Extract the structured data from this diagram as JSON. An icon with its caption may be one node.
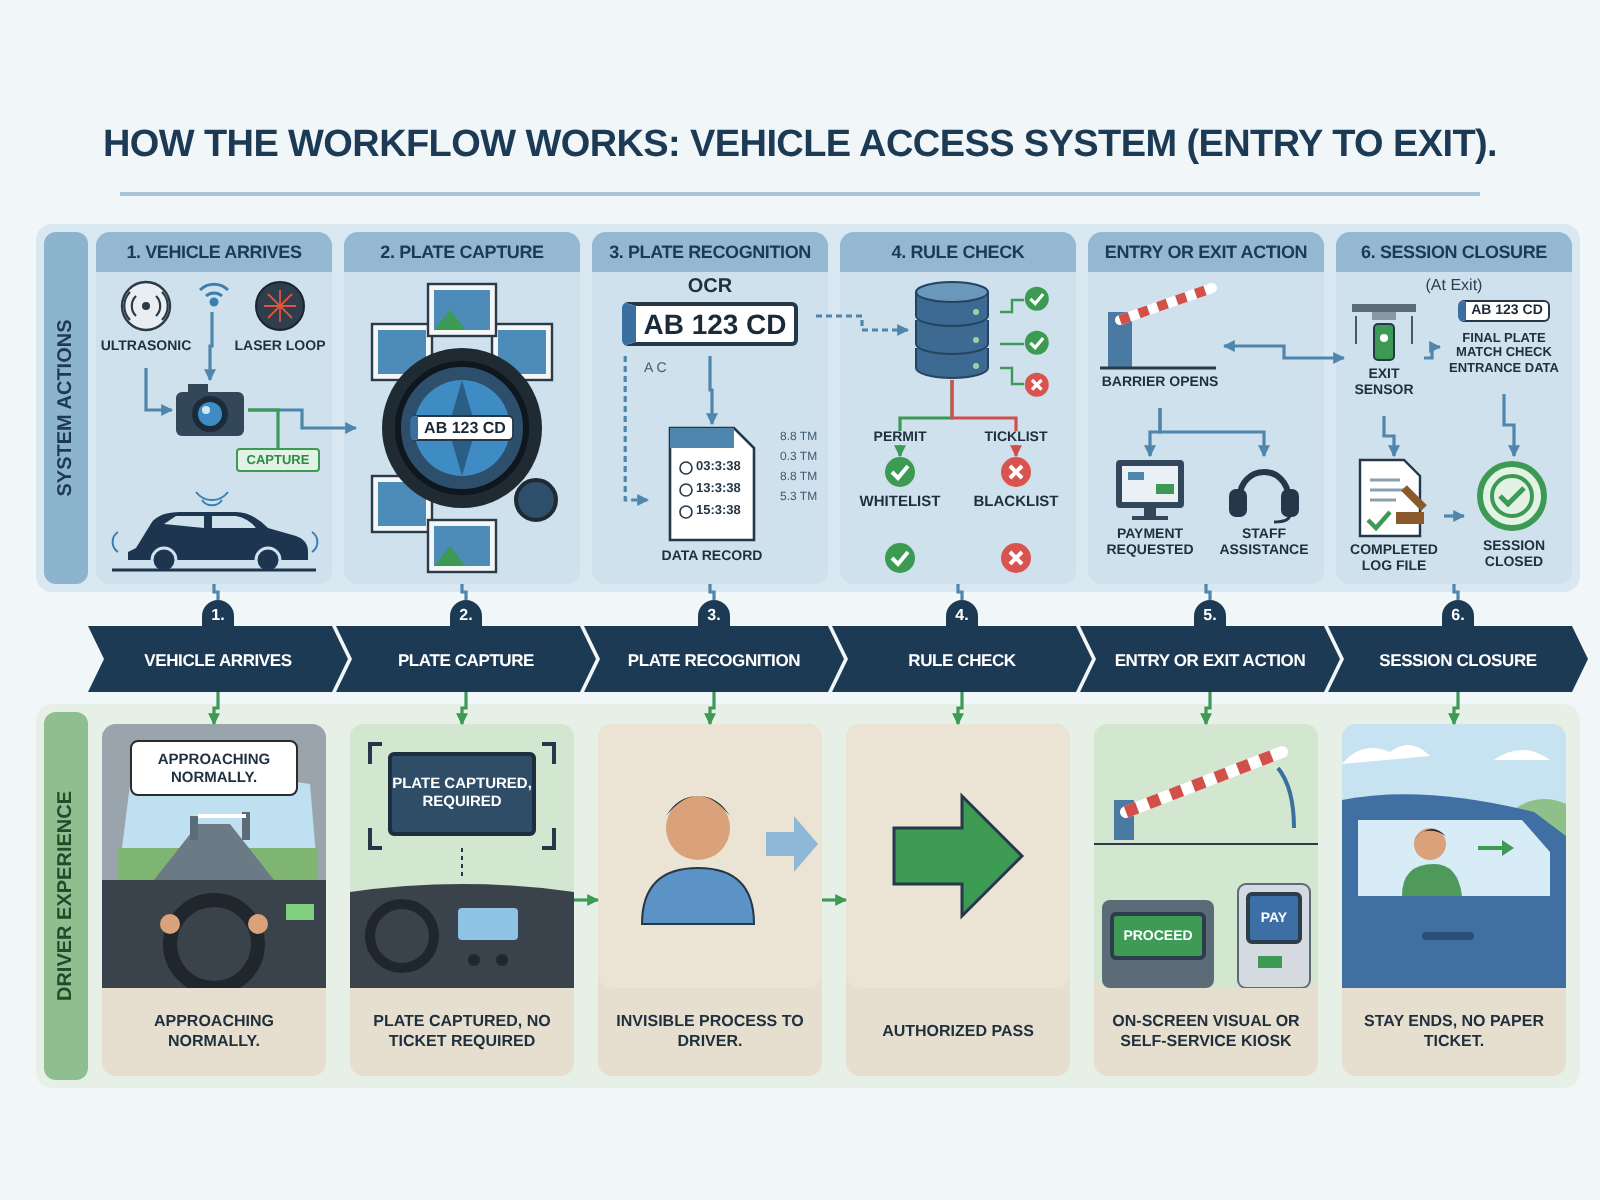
{
  "diagram": {
    "title": "HOW THE WORKFLOW WORKS: VEHICLE ACCESS SYSTEM (ENTRY TO EXIT).",
    "nodes": [
      {
        "text": [
          "SYSTEM ACTIONS"
        ]
      },
      {
        "text": [
          "1. VEHICLE ARRIVES"
        ],
        "in": 0
      },
      {
        "text": [
          "ULTRASONIC"
        ],
        "in": 1
      },
      {
        "text": [],
        "shape": "picture",
        "in": 1
      },
      {
        "text": [
          "LASER LOOP"
        ],
        "in": 1
      },
      {
        "text": [],
        "shape": "picture",
        "in": 1
      },
      {
        "text": [
          "CAPTURE"
        ],
        "in": 1
      },
      {
        "text": [],
        "shape": "picture",
        "in": 1
      },
      {
        "text": [
          "2. PLATE CAPTURE"
        ],
        "in": 0
      },
      {
        "text": [
          "AB 123 CD"
        ],
        "in": 8
      },
      {
        "text": [
          "3. PLATE RECOGNITION"
        ],
        "in": 0
      },
      {
        "text": [
          "OCR",
          "AB 123 CD"
        ],
        "in": 10,
        "beside": [
          "A C"
        ]
      },
      {
        "text": [
          "03:3:38",
          "13:3:38",
          "15:3:38",
          "DATA RECORD"
        ],
        "in": 10,
        "beside": [
          "8.8 TM",
          "0.3 TM",
          "8.8 TM",
          "5.3 TM"
        ]
      },
      {
        "text": [
          "4. RULE CHECK"
        ],
        "in": 0
      },
      {
        "text": [],
        "shape": "cylinder",
        "in": 13
      },
      {
        "text": [
          "WHITELIST"
        ],
        "in": 13
      },
      {
        "text": [
          "BLACKLIST"
        ],
        "in": 13
      },
      {
        "text": [
          "ENTRY OR EXIT ACTION"
        ],
        "in": 0
      },
      {
        "text": [
          "BARRIER OPENS"
        ],
        "in": 17
      },
      {
        "text": [
          "PAYMENT REQUESTED"
        ],
        "in": 17
      },
      {
        "text": [
          "STAFF ASSISTANCE"
        ],
        "in": 17
      },
      {
        "text": [
          "6. SESSION CLOSURE",
          "(At Exit)"
        ],
        "in": 0
      },
      {
        "text": [
          "EXIT SENSOR"
        ],
        "in": 21
      },
      {
        "text": [
          "AB 123 CD",
          "FINAL PLATE MATCH CHECK ENTRANCE DATA"
        ],
        "in": 21
      },
      {
        "text": [
          "COMPLETED LOG FILE"
        ],
        "in": 21
      },
      {
        "text": [
          "SESSION CLOSED"
        ],
        "in": 21
      },
      {
        "text": [
          "1.",
          "VEHICLE ARRIVES"
        ]
      },
      {
        "text": [
          "2.",
          "PLATE CAPTURE"
        ]
      },
      {
        "text": [
          "3.",
          "PLATE RECOGNITION"
        ]
      },
      {
        "text": [
          "4.",
          "RULE CHECK"
        ]
      },
      {
        "text": [
          "5.",
          "ENTRY OR EXIT ACTION"
        ]
      },
      {
        "text": [
          "6.",
          "SESSION CLOSURE"
        ]
      },
      {
        "text": [
          "DRIVER EXPERIENCE"
        ]
      },
      {
        "text": [
          "APPROACHING NORMALLY."
        ],
        "in": 32
      },
      {
        "text": [
          "APPROACHING NORMALLY."
        ],
        "in": 33
      },
      {
        "text": [
          "PLATE CAPTURED, NO TICKET REQUIRED"
        ],
        "in": 32
      },
      {
        "text": [
          "PLATE CAPTURED, REQUIRED"
        ],
        "in": 35
      },
      {
        "text": [
          "INVISIBLE PROCESS TO DRIVER."
        ],
        "in": 32
      },
      {
        "text": [
          "AUTHORIZED PASS"
        ],
        "in": 32
      },
      {
        "text": [
          "ON-SCREEN VISUAL OR SELF-SERVICE KIOSK"
        ],
        "in": 32
      },
      {
        "text": [
          "PROCEED"
        ],
        "in": 39
      },
      {
        "text": [
          "PAY"
        ],
        "in": 39
      },
      {
        "text": [
          "STAY ENDS, NO PAPER TICKET."
        ],
        "in": 32
      }
    ],
    "edges": [
      {
        "from": 2,
        "to": 5,
        "arrow": "to"
      },
      {
        "from": 3,
        "to": 5,
        "arrow": "to"
      },
      {
        "from": 5,
        "to": 9,
        "arrow": "to"
      },
      {
        "from": 5,
        "to": 6,
        "arrow": "none",
        "color": "#3c9a55"
      },
      {
        "from": 11,
        "to": 12,
        "arrow": "to"
      },
      {
        "from": 11,
        "to": 12,
        "arrow": "to",
        "style": "dashed"
      },
      {
        "from": 11,
        "to": 14,
        "arrow": "to",
        "style": "dashed"
      },
      {
        "from": 14,
        "to": 15,
        "arrow": "to",
        "label": "PERMIT",
        "color": "#3c9a55"
      },
      {
        "from": 14,
        "to": 16,
        "arrow": "to",
        "label": "TICKLIST",
        "color": "#d2504a"
      },
      {
        "from": 18,
        "to": 19,
        "arrow": "to"
      },
      {
        "from": 18,
        "to": 20,
        "arrow": "to"
      },
      {
        "from": 18,
        "to": 22,
        "arrow": "both"
      },
      {
        "from": 22,
        "to": 23,
        "arrow": "to"
      },
      {
        "from": 22,
        "to": 24,
        "arrow": "to"
      },
      {
        "from": 23,
        "to": 25,
        "arrow": "to"
      },
      {
        "from": 24,
        "to": 25,
        "arrow": "to"
      },
      {
        "from": 1,
        "to": 26,
        "arrow": "none"
      },
      {
        "from": 8,
        "to": 27,
        "arrow": "none"
      },
      {
        "from": 10,
        "to": 28,
        "arrow": "none"
      },
      {
        "from": 13,
        "to": 29,
        "arrow": "none"
      },
      {
        "from": 17,
        "to": 30,
        "arrow": "none"
      },
      {
        "from": 21,
        "to": 31,
        "arrow": "none"
      },
      {
        "from": 26,
        "to": 33,
        "arrow": "to",
        "color": "#3c9a55"
      },
      {
        "from": 27,
        "to": 35,
        "arrow": "to",
        "color": "#3c9a55"
      },
      {
        "from": 28,
        "to": 37,
        "arrow": "to",
        "color": "#3c9a55"
      },
      {
        "from": 29,
        "to": 38,
        "arrow": "to",
        "color": "#3c9a55"
      },
      {
        "from": 30,
        "to": 39,
        "arrow": "to",
        "color": "#3c9a55"
      },
      {
        "from": 31,
        "to": 42,
        "arrow": "to",
        "color": "#3c9a55"
      },
      {
        "from": 35,
        "to": 37,
        "arrow": "to",
        "color": "#3c9a55"
      },
      {
        "from": 37,
        "to": 38,
        "arrow": "to",
        "color": "#3c9a55"
      }
    ]
  }
}
